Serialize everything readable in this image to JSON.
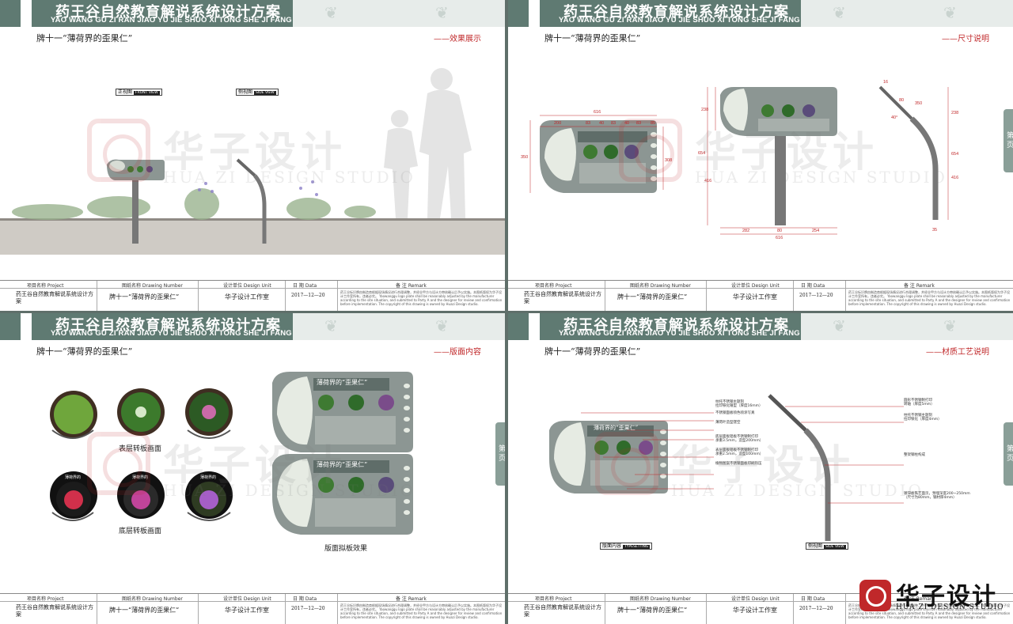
{
  "header": {
    "title": "药王谷自然教育解说系统设计方案",
    "pinyin": "YAO WANG GU ZI RAN JIAO YU JIE SHUO XI TONG SHE JI FANG AN"
  },
  "sign_name": "牌十一“薄荷界的歪果仁”",
  "side_tab_label": "第 页",
  "watermark": {
    "name": "华子设计",
    "english": "HUA ZI DESIGN STUDIO"
  },
  "title_block": {
    "project_label": "项目名称 Project",
    "project_value": "药王谷自然教育解说系统设计方案",
    "drawing_label": "图纸名称 Drawing Number",
    "drawing_value": "牌十一“薄荷界的歪果仁”",
    "unit_label": "设计单位 Design Unit",
    "unit_value": "华子设计工作室",
    "date_label": "日 期 Data",
    "date_value": "2017—12—20",
    "remark_label": "备 注 Remark",
    "remark_text": "药王谷标识牌由制造商根据现场情况进行合理调整，并经业甲方与设计方审核确认后予以实施。本图纸版权为华子设计工作室所有，违者必究。 Yaowanggu logo plate shall be reasonably adjusted by the manufacturer according to the site situation, and submitted to Party A and the designer for review and confirmation before implementation. The copyright of this drawing is owned by Huazi Design studio."
  },
  "sheets": [
    {
      "section": "——效果展示",
      "front_view": {
        "cn": "正视图",
        "en": "FRONT VIEW"
      },
      "side_view": {
        "cn": "侧视图",
        "en": "SIDE VIEW"
      }
    },
    {
      "section": "——尺寸说明",
      "dims_top": [
        "616",
        "200",
        "83",
        "40",
        "83",
        "40",
        "83",
        "85"
      ],
      "dims_left": "350",
      "dims_mid": "308",
      "dims_side_h": [
        "238",
        "654",
        "416"
      ],
      "dims_front_h": [
        "238",
        "654",
        "416"
      ],
      "dims_base": [
        "282",
        "80",
        "254",
        "616"
      ],
      "dims_side": [
        "16",
        "80",
        "350",
        "40°",
        "35"
      ]
    },
    {
      "section": "——版面内容",
      "surface_caption": "表层转板画面",
      "bottom_caption": "底层转板画面",
      "effect_caption": "版面拟板效果",
      "flower_label": "薄荷界的",
      "flower_tags": [
        "薄荷界的",
        "薄荷界的",
        "薄荷界的"
      ],
      "panel_title": "薄荷界的“歪果仁”"
    },
    {
      "section": "——材质工艺说明",
      "content_tag": {
        "cn": "版面内容",
        "en": "TYPESETTING"
      },
      "side_tag": {
        "cn": "侧视图",
        "en": "SIDE VIEW"
      },
      "panel_title": "薄荷界的“歪果仁”",
      "left_notes": [
        "柱托不锈钢主题刻",
        "拉印铁化锤型（厚度16mm）",
        "不锈钢面板喷色喷涂写真",
        "薄荷叶造型镂空",
        "底层面板铝板不锈钢制打印",
        "承重3.5mm，造型200mm）",
        "表层面板铝板不锈钢制打印",
        "承重2.5mm，造型100mm）",
        "植物图案不锈钢面板印刷热压"
      ],
      "right_notes": [
        "圆形不锈钢制打印",
        "转轴（厚度5mm）",
        "柱托不锈钢主题刻",
        "拉印铁化（厚度4mm）",
        "整架钢柱构成",
        "镀锌板铁艺面页，预埋深度200~250mm",
        "（尺寸为80mm，钢材厚4mm）"
      ]
    }
  ],
  "brand": {
    "name": "华子设计",
    "english": "HUA ZI DESIGN STUDIO"
  },
  "colors": {
    "header": "#5f7a72",
    "accent_red": "#c0282a",
    "panel_gray": "#8c9693"
  }
}
